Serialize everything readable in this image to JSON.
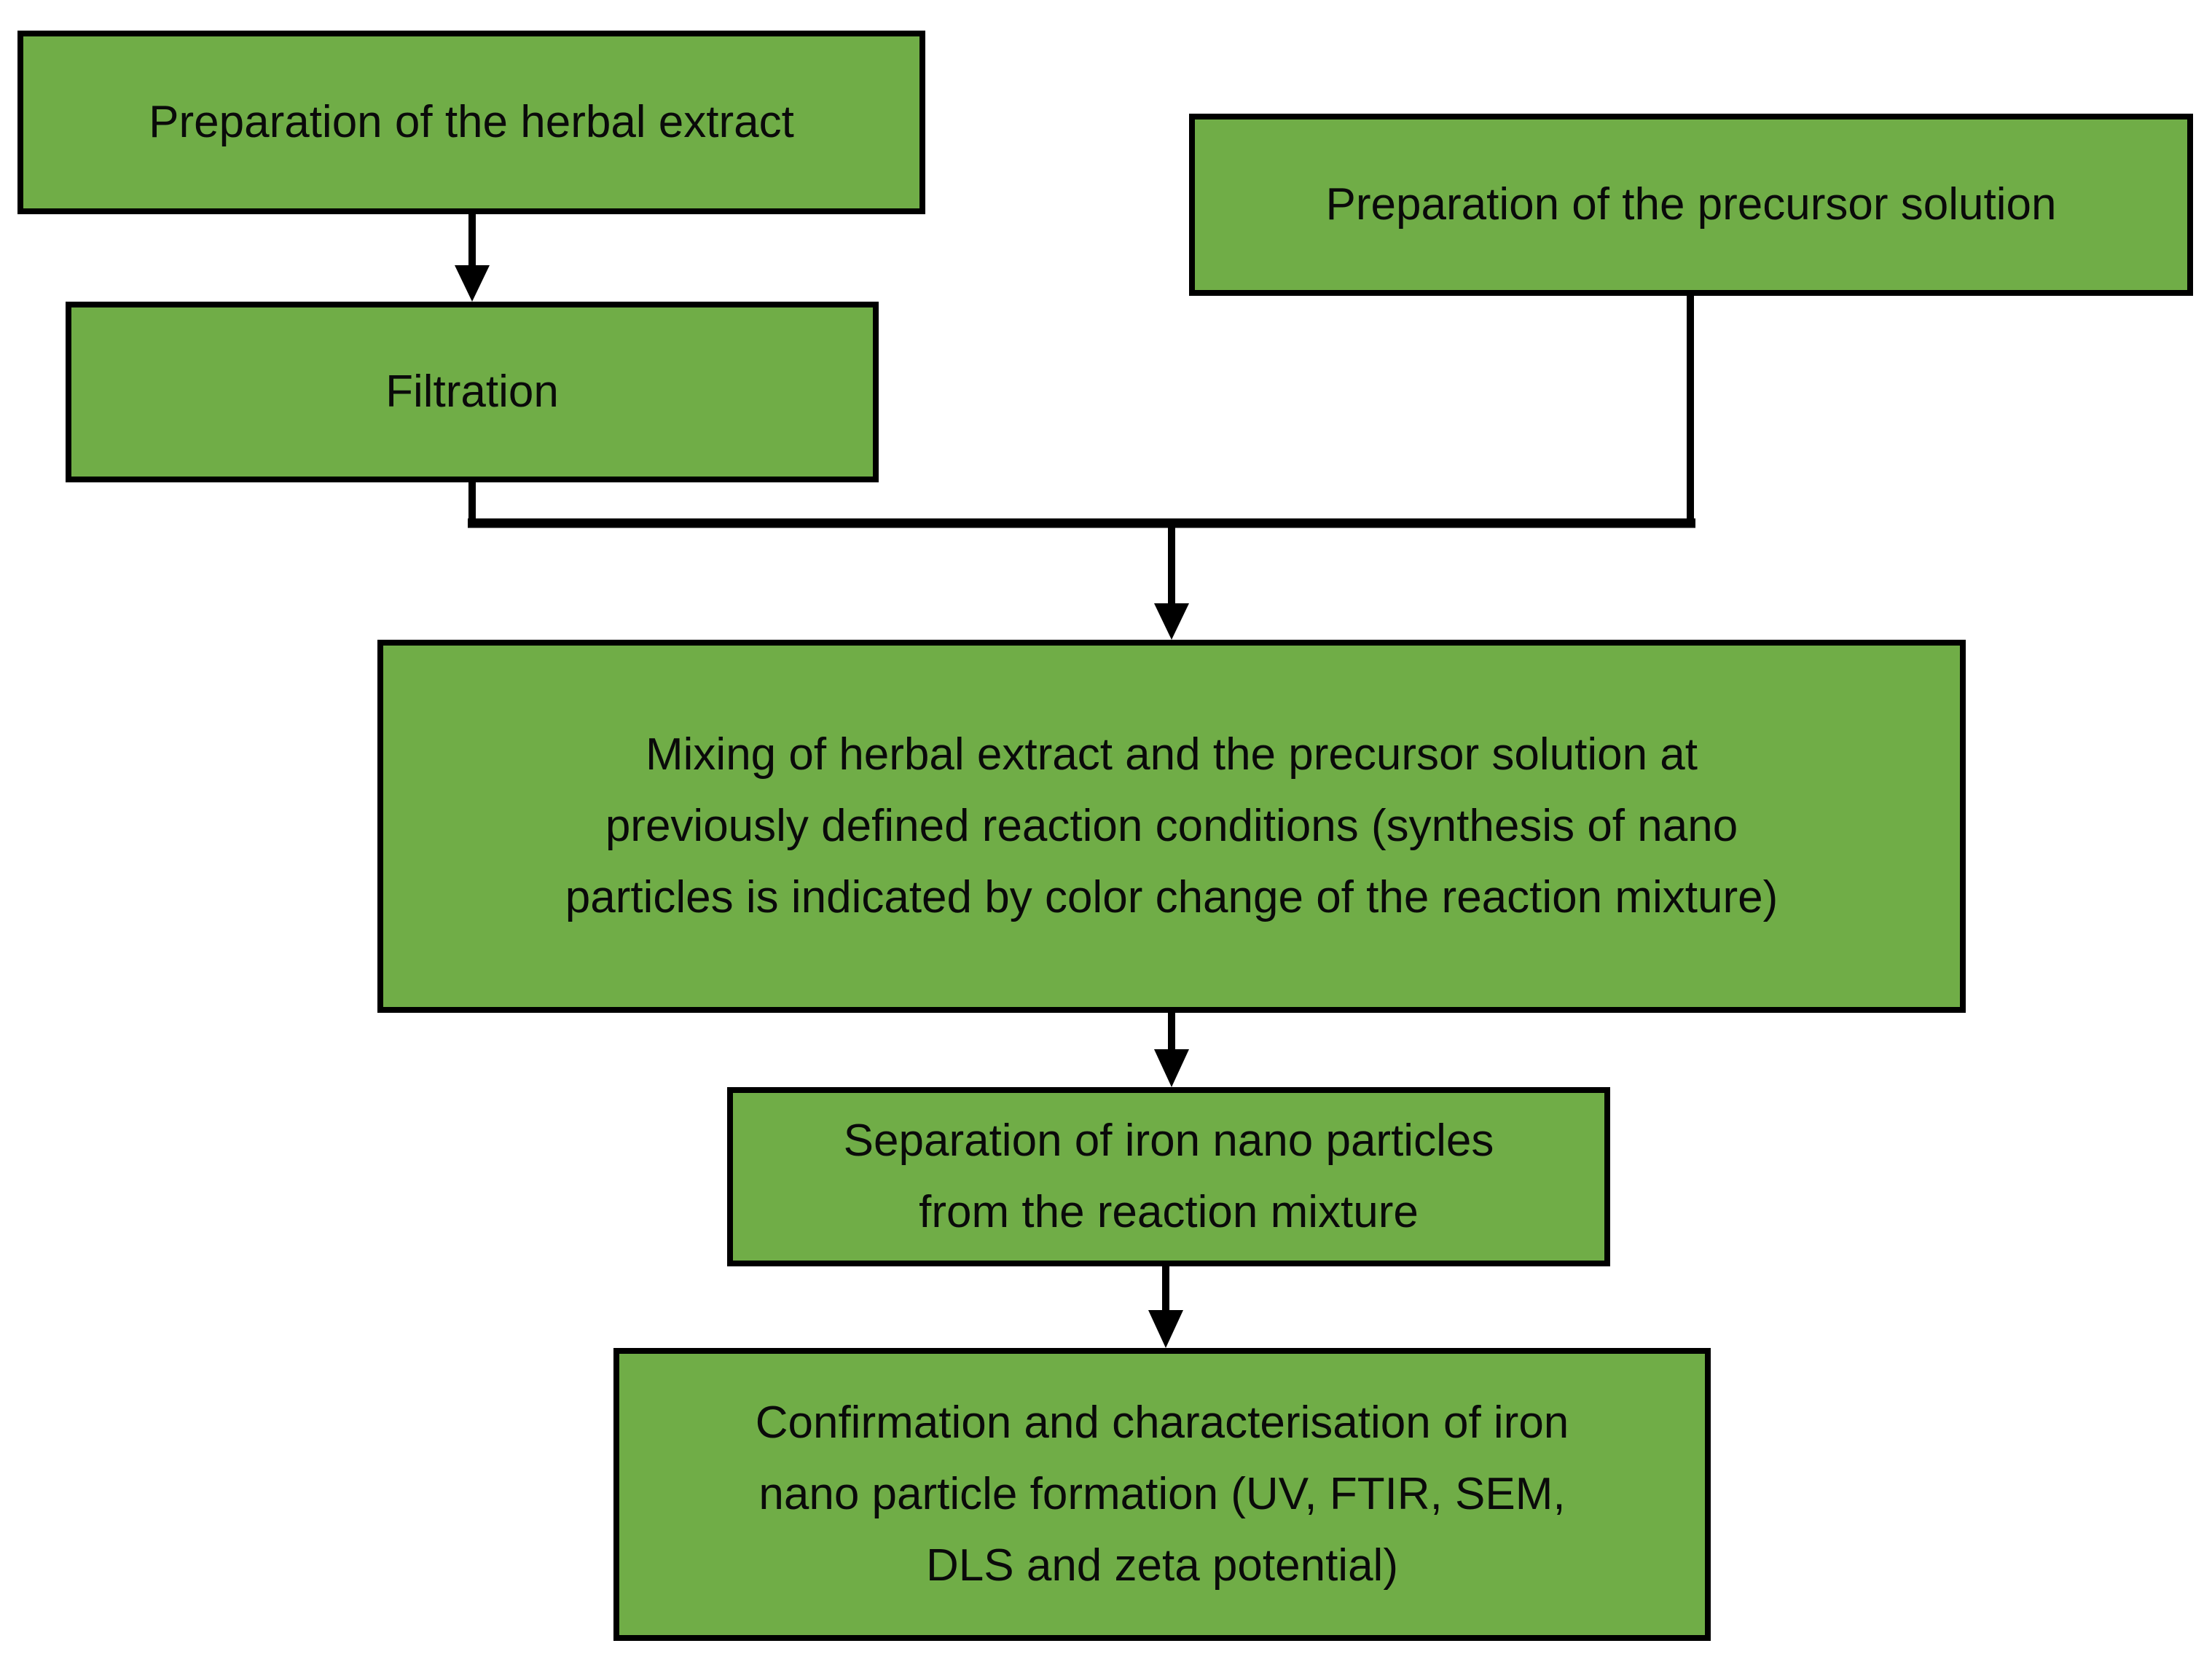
{
  "diagram": {
    "type": "flowchart",
    "description": "Green-synthesis workflow of iron nanoparticles",
    "colors": {
      "node_fill": "#70AD47",
      "node_border": "#000000",
      "text": "#0a0a0a",
      "background": "#ffffff",
      "connector": "#000000"
    },
    "nodes": [
      {
        "id": "herbal",
        "label": "Preparation of the herbal extract"
      },
      {
        "id": "precursor",
        "label": "Preparation of the precursor solution"
      },
      {
        "id": "filtration",
        "label": "Filtration"
      },
      {
        "id": "mixing",
        "label": "Mixing of herbal extract and the precursor solution at\npreviously defined reaction conditions (synthesis of nano\nparticles is indicated by color change of the reaction mixture)"
      },
      {
        "id": "separation",
        "label": "Separation of iron nano particles\nfrom the reaction mixture"
      },
      {
        "id": "confirmation",
        "label": "Confirmation and characterisation of iron\nnano particle formation (UV, FTIR, SEM,\nDLS and zeta potential)"
      }
    ],
    "edges": [
      {
        "from": "herbal",
        "to": "filtration"
      },
      {
        "from": "filtration",
        "to": "mixing"
      },
      {
        "from": "precursor",
        "to": "mixing"
      },
      {
        "from": "mixing",
        "to": "separation"
      },
      {
        "from": "separation",
        "to": "confirmation"
      }
    ]
  }
}
